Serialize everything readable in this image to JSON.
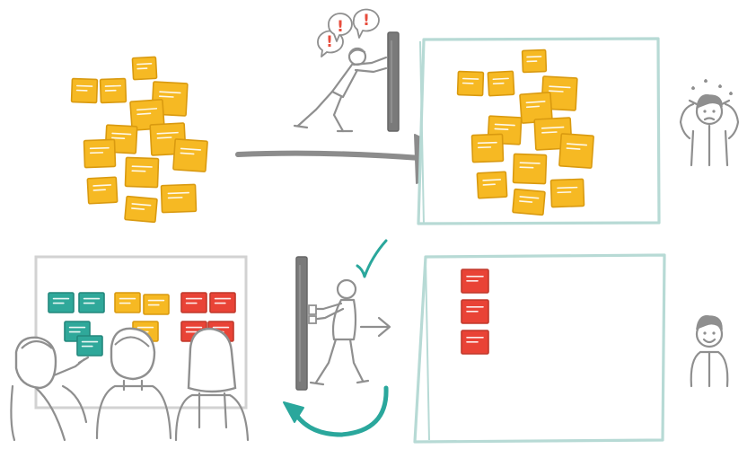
{
  "colors": {
    "note_yellow": "#f6b923",
    "note_yellow_edge": "#d99a10",
    "note_red": "#e94336",
    "note_teal": "#2fa89a",
    "frame_teal": "#b7dad5",
    "frame_gray": "#d2d2d2",
    "arrow_gray": "#8c8c8c",
    "arrow_teal": "#2aa79c",
    "check_teal": "#2aa79c",
    "alert_red": "#e74c3c",
    "ink_gray": "#8f8f8f"
  },
  "exclamations": [
    "!",
    "!",
    "!"
  ],
  "panels": {
    "top_left": {
      "name": "loose-yellow-note-pile",
      "note_color": "yellow"
    },
    "top_middle": {
      "name": "person-blocked-by-door",
      "icons": [
        "exclamation-bubble-icon",
        "exclamation-bubble-icon",
        "exclamation-bubble-icon"
      ]
    },
    "top_right": {
      "name": "overfull-board",
      "note_color": "yellow",
      "person_mood": "stressed"
    },
    "bottom_left": {
      "name": "team-at-board",
      "note_colors": [
        "teal",
        "yellow",
        "red"
      ]
    },
    "bottom_middle": {
      "name": "person-opening-door",
      "icons": [
        "checkmark-icon",
        "small-arrow-right-icon",
        "curved-return-arrow-icon"
      ]
    },
    "bottom_right": {
      "name": "focused-board",
      "note_color": "red",
      "person_mood": "happy"
    }
  }
}
